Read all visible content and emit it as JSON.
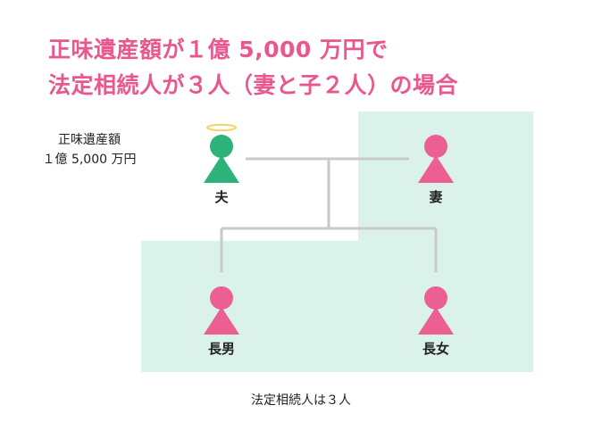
{
  "title": {
    "line1": "正味遺産額が１億 5,000 万円で",
    "line2": "法定相続人が３人（妻と子２人）の場合"
  },
  "estate": {
    "line1": "正味遺産額",
    "line2": "１億 5,000 万円"
  },
  "people": {
    "husband": "夫",
    "wife": "妻",
    "eldest_son": "長男",
    "eldest_daughter": "長女"
  },
  "footer": "法定相続人は３人",
  "colors": {
    "title": "#e8588f",
    "heir": "#ec5f93",
    "deceased": "#2db37a",
    "halo": "#f3d46a",
    "heir_region": "#daf2ea",
    "connector": "#c9c9c9"
  }
}
